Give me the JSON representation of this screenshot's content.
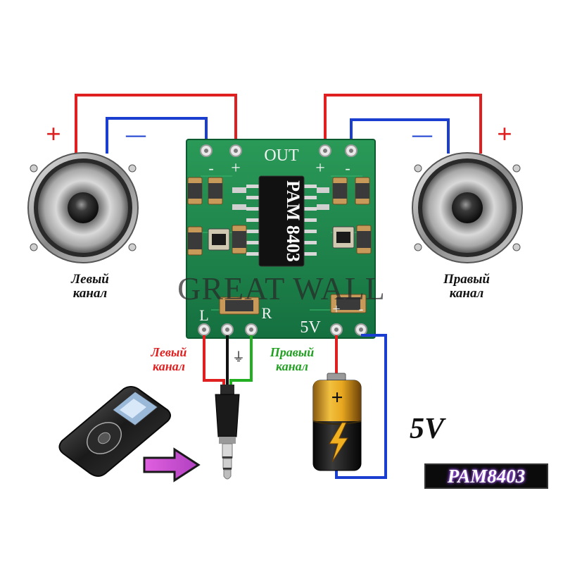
{
  "watermark": "GREAT WALL",
  "board": {
    "out_label": "OUT",
    "chip_label": "PAM 8403",
    "pin_minus": "-",
    "pin_plus": "+",
    "l_label": "L",
    "r_label": "R",
    "v5_label": "5V",
    "ground_symbol": "⏚"
  },
  "speakers": {
    "left_label_line1": "Левый",
    "left_label_line2": "канал",
    "right_label_line1": "Правый",
    "right_label_line2": "канал",
    "plus_sign": "+",
    "minus_sign": "—"
  },
  "inputs": {
    "left_line1": "Левый",
    "left_line2": "канал",
    "right_line1": "Правый",
    "right_line2": "канал"
  },
  "battery_plus": "+",
  "voltage_label": "5V",
  "product_badge": "PAM8403",
  "colors": {
    "positive_wire": "#e02020",
    "negative_wire": "#1a3fd0",
    "right_channel_wire": "#22b022",
    "ground_wire": "#111111",
    "pcb_green": "#1f8a4c",
    "battery_gold": "#e0a020"
  },
  "icons": [
    "speaker-left-icon",
    "speaker-right-icon",
    "music-player-icon",
    "audio-jack-icon",
    "arrow-right-icon",
    "battery-icon",
    "lightning-icon",
    "chip-icon"
  ]
}
